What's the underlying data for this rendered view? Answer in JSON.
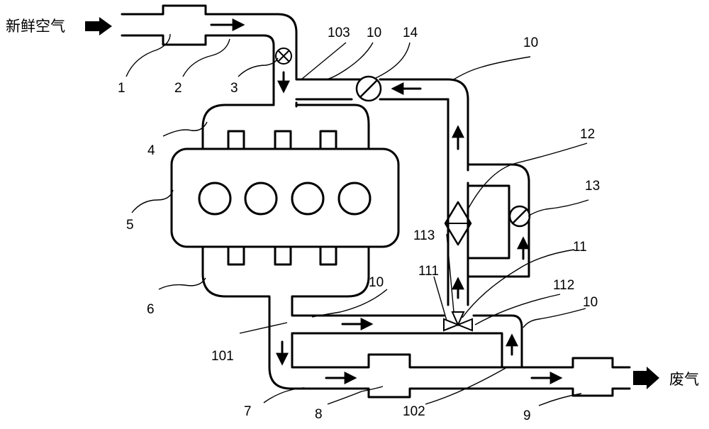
{
  "inlet_label": "新鲜空气",
  "outlet_label": "废气",
  "labels": {
    "l1": "1",
    "l2": "2",
    "l3": "3",
    "l4": "4",
    "l5": "5",
    "l6": "6",
    "l7": "7",
    "l8": "8",
    "l9": "9",
    "l10a": "10",
    "l10b": "10",
    "l10c": "10",
    "l10d": "10",
    "l11": "11",
    "l12": "12",
    "l13": "13",
    "l14": "14",
    "l101": "101",
    "l102": "102",
    "l103": "103",
    "l111": "111",
    "l112": "112",
    "l113": "113"
  },
  "icons": {
    "inlet_arrow": "thick-right-arrow-icon",
    "outlet_arrow": "thick-right-arrow-icon",
    "flow": "flow-arrow-icon",
    "valve": "butterfly-valve-icon",
    "cooler": "heat-exchanger-icon",
    "three_way": "three-way-valve-icon"
  }
}
